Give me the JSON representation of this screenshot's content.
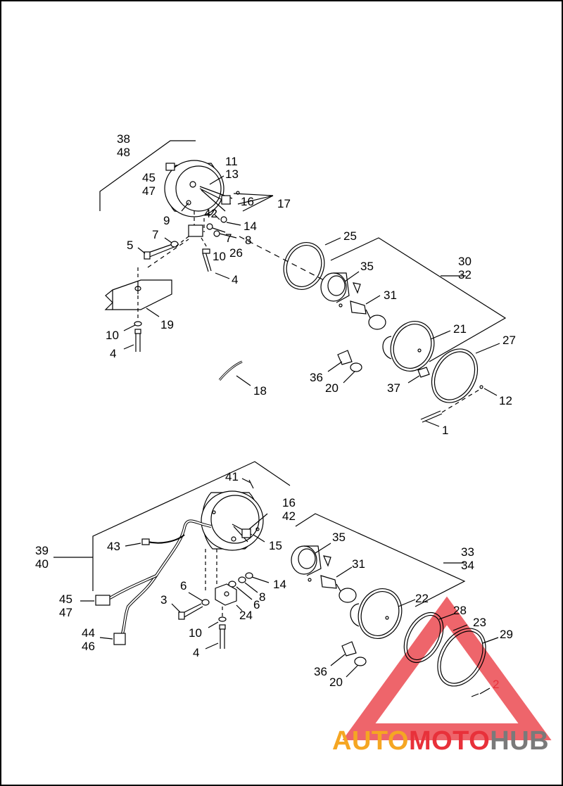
{
  "callouts": {
    "c38": "38",
    "c48": "48",
    "c11": "11",
    "c13": "13",
    "c45a": "45",
    "c47a": "47",
    "c16a": "16",
    "c17": "17",
    "c9": "9",
    "c42a": "42",
    "c14a": "14",
    "c7a": "7",
    "c7b": "7",
    "c8a": "8",
    "c5": "5",
    "c10a": "10",
    "c26": "26",
    "c25": "25",
    "c35a": "35",
    "c30": "30",
    "c32": "32",
    "c4a": "4",
    "c31a": "31",
    "c21": "21",
    "c27": "27",
    "c10b": "10",
    "c19": "19",
    "c4b": "4",
    "c36a": "36",
    "c20a": "20",
    "c37": "37",
    "c12": "12",
    "c18": "18",
    "c1": "1",
    "c41": "41",
    "c16b": "16",
    "c42b": "42",
    "c35b": "35",
    "c39": "39",
    "c40": "40",
    "c43": "43",
    "c15": "15",
    "c33": "33",
    "c34": "34",
    "c31b": "31",
    "c6a": "6",
    "c14b": "14",
    "c3": "3",
    "c8b": "8",
    "c6b": "6",
    "c45b": "45",
    "c47b": "47",
    "c24": "24",
    "c22": "22",
    "c28": "28",
    "c23": "23",
    "c29": "29",
    "c10c": "10",
    "c44": "44",
    "c46": "46",
    "c4c": "4",
    "c36b": "36",
    "c20b": "20",
    "c2": "2"
  },
  "watermark": {
    "part1": "AUTO",
    "part2": "MOTO",
    "part3": "HUB"
  },
  "colors": {
    "line": "#000000",
    "watermark_red": "#e8313a",
    "watermark_orange": "#f5a623",
    "watermark_gray": "#7a7a7a"
  }
}
